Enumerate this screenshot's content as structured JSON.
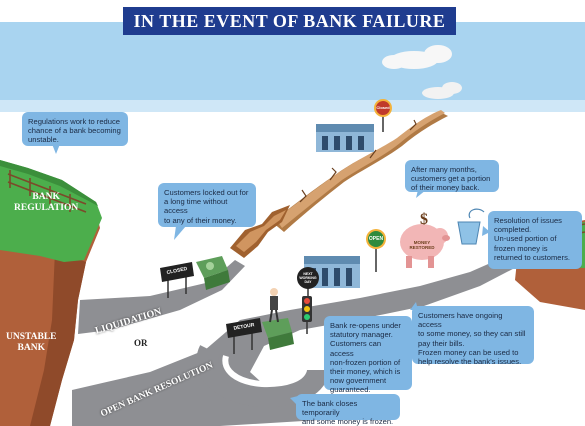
{
  "title": "IN THE EVENT OF BANK FAILURE",
  "cliff": {
    "top_label_lines": [
      "BANK",
      "REGULATION"
    ],
    "bottom_label_lines": [
      "UNSTABLE",
      "BANK"
    ]
  },
  "roads": {
    "liquidation": "LIQUIDATION",
    "or": "OR",
    "resolution": "OPEN BANK RESOLUTION"
  },
  "signs": {
    "closed_liq": "CLOSED",
    "detour": "DETOUR",
    "closed_top": "Closed",
    "open": "OPEN",
    "next_working_day": [
      "NEXT",
      "WORKING",
      "DAY"
    ],
    "money_restored": [
      "MONEY",
      "RESTORED"
    ]
  },
  "bubbles": {
    "regulations": [
      "Regulations work to reduce",
      "chance of a bank becoming",
      "unstable."
    ],
    "locked_out": [
      "Customers locked out for",
      "a long time without access",
      "to any of their money."
    ],
    "after_months": [
      "After many months,",
      "customers  get a portion",
      "of their money back."
    ],
    "resolution_completed": [
      "Resolution of issues",
      "completed.",
      "Un-used portion of",
      "frozen money is",
      "returned to customers."
    ],
    "reopens": [
      "Bank re-opens under",
      "statutory manager.",
      "Customers can access",
      "non-frozen portion of",
      "their money, which is",
      "now government",
      "guaranteed."
    ],
    "ongoing_access": [
      "Customers have ongoing access",
      "to some money, so  they can still",
      "pay their bills.",
      "Frozen money can be used to",
      "help resolve the bank's issues."
    ],
    "closes_temporarily": [
      "The bank closes temporarily",
      "and some money is frozen."
    ]
  },
  "colors": {
    "title_bg": "#1f3c8f",
    "sky": "#a9d4f0",
    "grass": "#4cae4c",
    "cliff": "#b0603a",
    "road": "#8e8f93",
    "bubble": "#7fb6e3"
  }
}
